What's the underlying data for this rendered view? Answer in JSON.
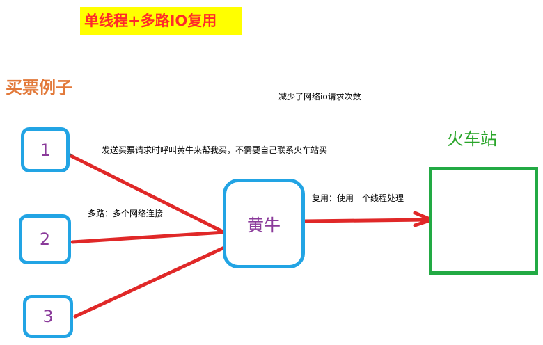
{
  "title": "单线程+多路IO复用",
  "example_label": "买票例子",
  "notes": {
    "reduce_io": "减少了网络io请求次数",
    "request": "发送买票请求时呼叫黄牛来帮我买，不需要自己联系火车站买",
    "multiplex": "多路：多个网络连接",
    "reuse": "复用：使用一个线程处理"
  },
  "station_label": "火车站",
  "clients": [
    {
      "label": "1"
    },
    {
      "label": "2"
    },
    {
      "label": "3"
    }
  ],
  "scalper_label": "黄牛",
  "colors": {
    "title_bg": "#ffff00",
    "title_text": "#ff2a2a",
    "example_text": "#e2793a",
    "box_border": "#22a4e4",
    "box_text": "#8a3a9a",
    "station_border": "#22aa44",
    "station_text": "#2aa52a",
    "line": "#e02828"
  }
}
